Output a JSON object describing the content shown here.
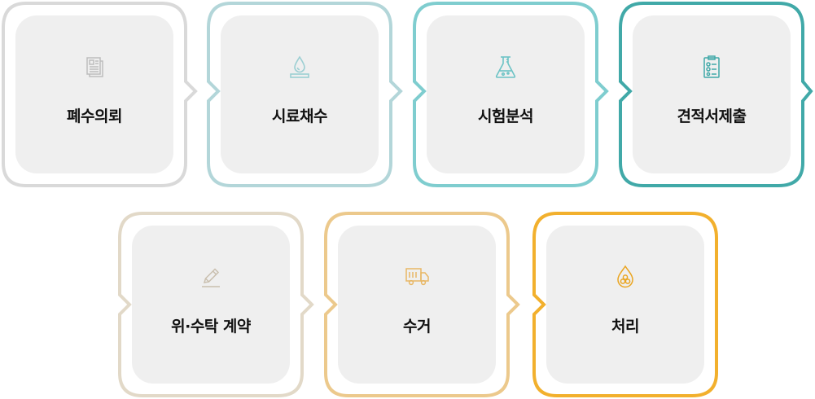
{
  "steps": [
    {
      "label": "폐수의뢰",
      "icon": "document-icon",
      "color": "#d9d9d9"
    },
    {
      "label": "시료채수",
      "icon": "water-drop-icon",
      "color": "#b3d6d9"
    },
    {
      "label": "시험분석",
      "icon": "flask-icon",
      "color": "#7fcdcf"
    },
    {
      "label": "견적서제출",
      "icon": "clipboard-icon",
      "color": "#41a9a8"
    },
    {
      "label": "위·수탁 계약",
      "icon": "pencil-icon",
      "color": "#e2d9c8"
    },
    {
      "label": "수거",
      "icon": "truck-icon",
      "color": "#ecc98c"
    },
    {
      "label": "처리",
      "icon": "drop-circles-icon",
      "color": "#f2b02d"
    }
  ]
}
